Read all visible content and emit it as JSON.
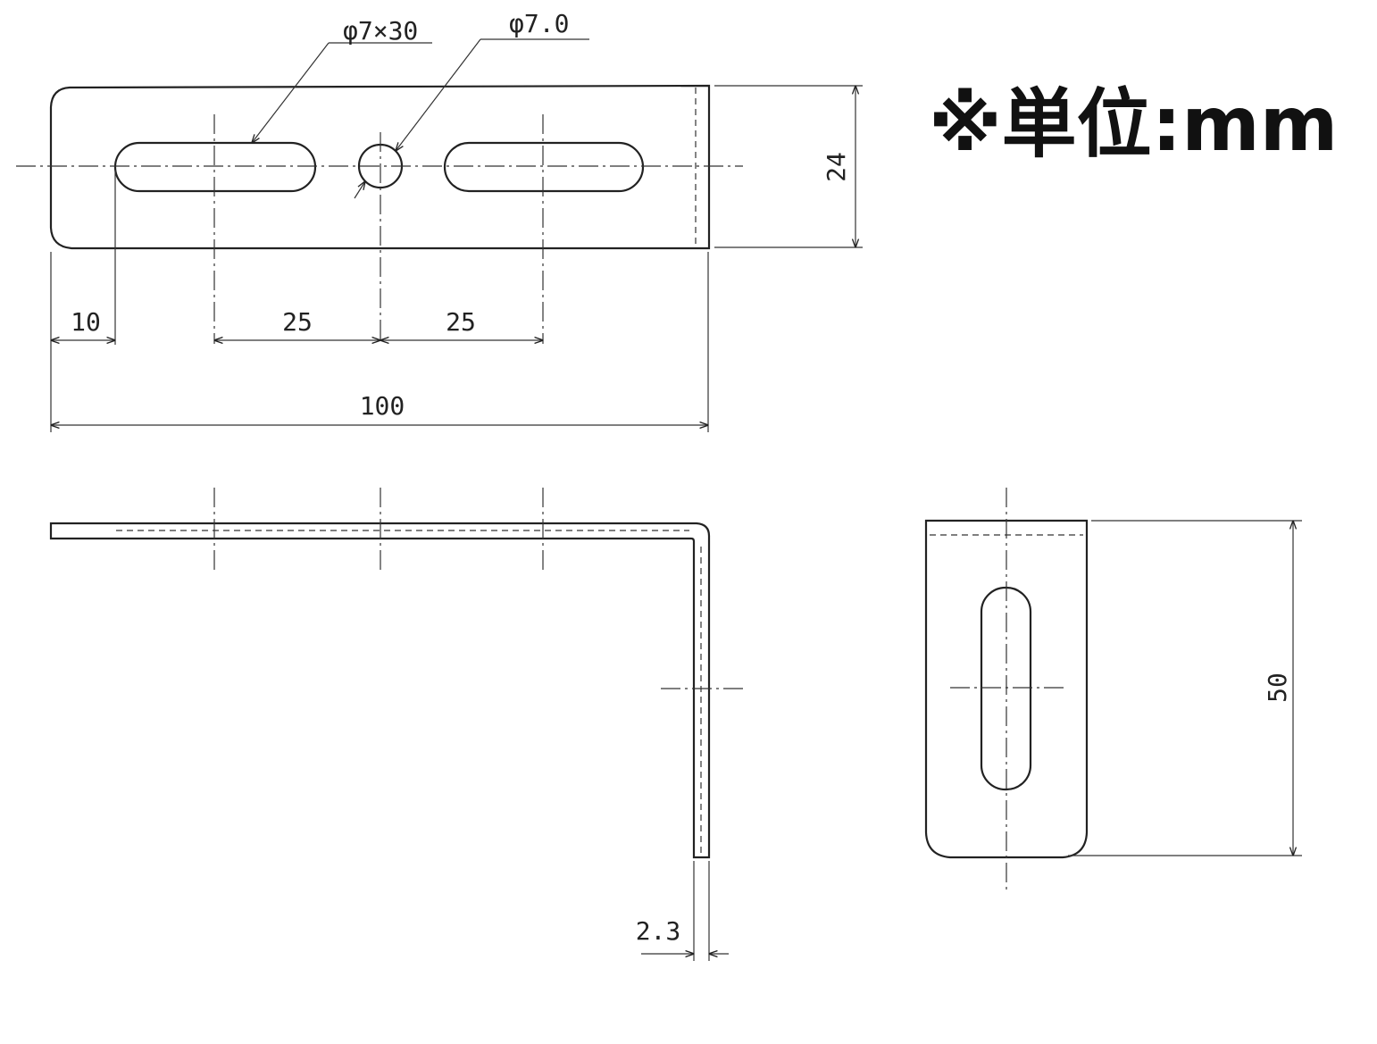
{
  "note": {
    "unit_label": "※単位:mm"
  },
  "callouts": {
    "slot": "φ7×30",
    "hole": "φ7.0"
  },
  "dimensions": {
    "edge_to_slot": "10",
    "slot_to_hole": "25",
    "hole_to_slot": "25",
    "overall_length": "100",
    "width": "24",
    "height": "50",
    "thickness": "2.3"
  },
  "colors": {
    "line": "#222222",
    "background": "#ffffff"
  }
}
